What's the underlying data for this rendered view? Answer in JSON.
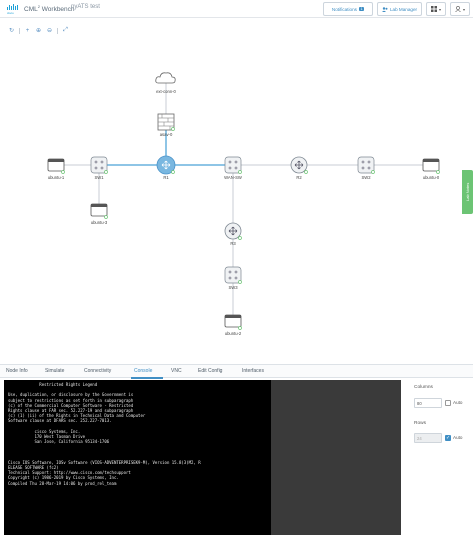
{
  "header": {
    "brand": "cisco",
    "app_title": "CML",
    "app_title_sup": "2",
    "app_title_rest": " Workbench",
    "lab_title": "pyATS test",
    "notifications_label": "Notifications",
    "notifications_count": "1",
    "lab_manager_label": "Lab Manager",
    "grid_icon": "grid-icon",
    "user_icon": "user-icon"
  },
  "toolbar": {
    "icons": [
      "refresh-icon",
      "add-icon",
      "zoom-in-icon",
      "zoom-out-icon",
      "fit-icon"
    ]
  },
  "topology": {
    "nodes": [
      {
        "id": "ext-conn-0",
        "label": "ext-conn-0",
        "kind": "cloud"
      },
      {
        "id": "asav-0",
        "label": "asav-0",
        "kind": "firewall"
      },
      {
        "id": "ubuntu-1",
        "label": "ubuntu-1",
        "kind": "server"
      },
      {
        "id": "SW1",
        "label": "SW1",
        "kind": "switch"
      },
      {
        "id": "R1",
        "label": "R1",
        "kind": "router-active"
      },
      {
        "id": "WAN-SW",
        "label": "WAN-SW",
        "kind": "switch"
      },
      {
        "id": "R2",
        "label": "R2",
        "kind": "router"
      },
      {
        "id": "SW2",
        "label": "SW2",
        "kind": "switch"
      },
      {
        "id": "ubuntu-0",
        "label": "ubuntu-0",
        "kind": "server"
      },
      {
        "id": "ubuntu-3",
        "label": "ubuntu-3",
        "kind": "server"
      },
      {
        "id": "R3",
        "label": "R3",
        "kind": "router"
      },
      {
        "id": "SW3",
        "label": "SW3",
        "kind": "switch"
      },
      {
        "id": "ubuntu-2",
        "label": "ubuntu-2",
        "kind": "server"
      }
    ]
  },
  "side_tab": {
    "label": "Lab Notes"
  },
  "tabs": [
    {
      "label": "Node Info",
      "active": false
    },
    {
      "label": "Simulate",
      "active": false
    },
    {
      "label": "Connectivity",
      "active": false
    },
    {
      "label": "Console",
      "active": true
    },
    {
      "label": "VNC",
      "active": false
    },
    {
      "label": "Edit Config",
      "active": false
    },
    {
      "label": "Interfaces",
      "active": false
    }
  ],
  "console": {
    "lines": [
      "             Restricted Rights Legend",
      "",
      "Use, duplication, or disclosure by the Government is",
      "subject to restrictions as set forth in subparagraph",
      "(c) of the Commercial Computer Software - Restricted",
      "Rights clause at FAR sec. 52.227-19 and subparagraph",
      "(c) (1) (ii) of the Rights in Technical Data and Computer",
      "Software clause at DFARS sec. 252.227-7013.",
      "",
      "           cisco Systems, Inc.",
      "           170 West Tasman Drive",
      "           San Jose, California 95134-1706",
      "",
      "",
      "",
      "Cisco IOS Software, IOSv Software (VIOS-ADVENTERPRISEK9-M), Version 15.8(3)M2, R",
      "ELEASE SOFTWARE (fc2)",
      "Technical Support: http://www.cisco.com/techsupport",
      "Copyright (c) 1986-2019 by Cisco Systems, Inc.",
      "Compiled Thu 28-Mar-19 14:06 by prod_rel_team"
    ]
  },
  "panel": {
    "columns_label": "Columns",
    "columns_value": "80",
    "columns_auto_label": "Auto",
    "columns_auto_checked": false,
    "rows_label": "Rows",
    "rows_value": "24",
    "rows_auto_label": "Auto",
    "rows_auto_checked": true
  },
  "colors": {
    "accent": "#3f8ec4",
    "link_active": "#8ec5e6",
    "link_idle": "#c8ced4",
    "node_fill": "#f0f2f4",
    "node_stroke": "#7d8791",
    "router_active": "#79b7e0",
    "status_green": "#6cc474"
  }
}
